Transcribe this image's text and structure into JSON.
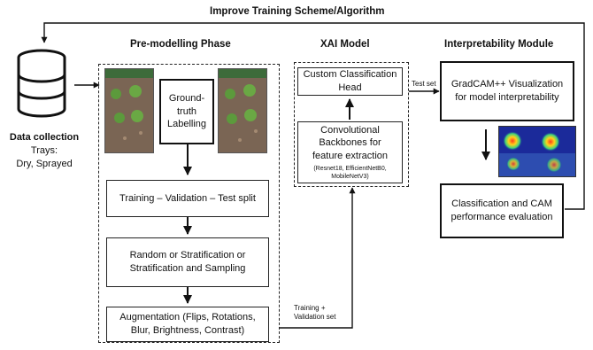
{
  "loop": {
    "label": "Improve Training Scheme/Algorithm"
  },
  "data_collection": {
    "title": "Data collection",
    "subtitle_line1": "Trays:",
    "subtitle_line2": "Dry, Sprayed",
    "icon": "database-icon"
  },
  "pre_modelling": {
    "title": "Pre-modelling Phase",
    "labelling_line1": "Ground-",
    "labelling_line2": "truth",
    "labelling_line3": "Labelling",
    "split": "Training – Validation – Test split",
    "sampling_line1": "Random or Stratification or",
    "sampling_line2": "Stratification and Sampling",
    "augmentation_line1": "Augmentation (Flips, Rotations,",
    "augmentation_line2": "Blur, Brightness, Contrast)"
  },
  "xai_model": {
    "title": "XAI Model",
    "head_line1": "Custom Classification",
    "head_line2": "Head",
    "backbone_line1": "Convolutional",
    "backbone_line2": "Backbones for",
    "backbone_line3": "feature extraction",
    "backbone_models_line1": "(Resnet18, EfficientNetB0,",
    "backbone_models_line2": "MobileNetV3)"
  },
  "interpretability": {
    "title": "Interpretability Module",
    "gradcam_line1": "GradCAM++ Visualization",
    "gradcam_line2": "for model interpretability",
    "eval_line1": "Classification and CAM",
    "eval_line2": "performance evaluation"
  },
  "edge_labels": {
    "test_set": "Test set",
    "train_val_line1": "Training +",
    "train_val_line2": "Validation set"
  }
}
